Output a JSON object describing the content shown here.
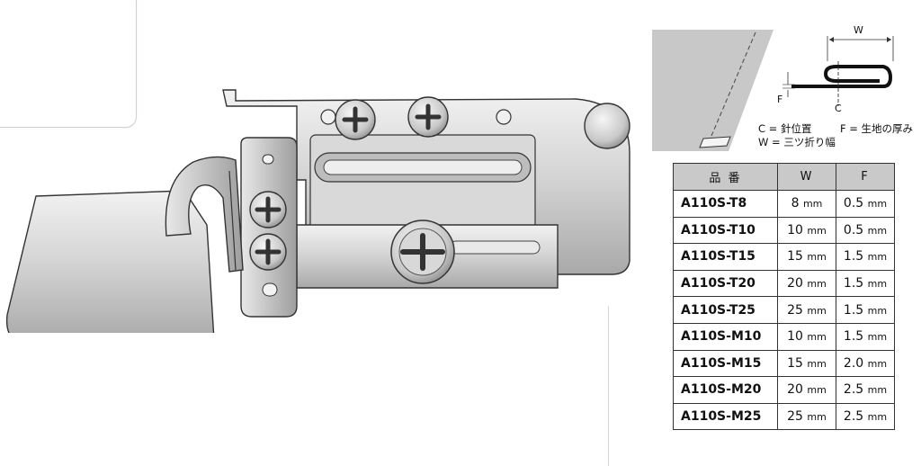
{
  "diagram": {
    "w_label": "W",
    "f_label": "F",
    "c_label": "C",
    "legend_c": "C = 針位置",
    "legend_f": "F = 生地の厚み",
    "legend_w": "W = 三ツ折り幅"
  },
  "table": {
    "headers": [
      "品 番",
      "W",
      "F"
    ],
    "unit": "mm",
    "rows": [
      {
        "model": "A110S-T8",
        "w": "8",
        "f": "0.5"
      },
      {
        "model": "A110S-T10",
        "w": "10",
        "f": "0.5"
      },
      {
        "model": "A110S-T15",
        "w": "15",
        "f": "1.5"
      },
      {
        "model": "A110S-T20",
        "w": "20",
        "f": "1.5"
      },
      {
        "model": "A110S-T25",
        "w": "25",
        "f": "1.5"
      },
      {
        "model": "A110S-M10",
        "w": "10",
        "f": "1.5"
      },
      {
        "model": "A110S-M15",
        "w": "15",
        "f": "2.0"
      },
      {
        "model": "A110S-M20",
        "w": "20",
        "f": "2.5"
      },
      {
        "model": "A110S-M25",
        "w": "25",
        "f": "2.5"
      }
    ]
  }
}
